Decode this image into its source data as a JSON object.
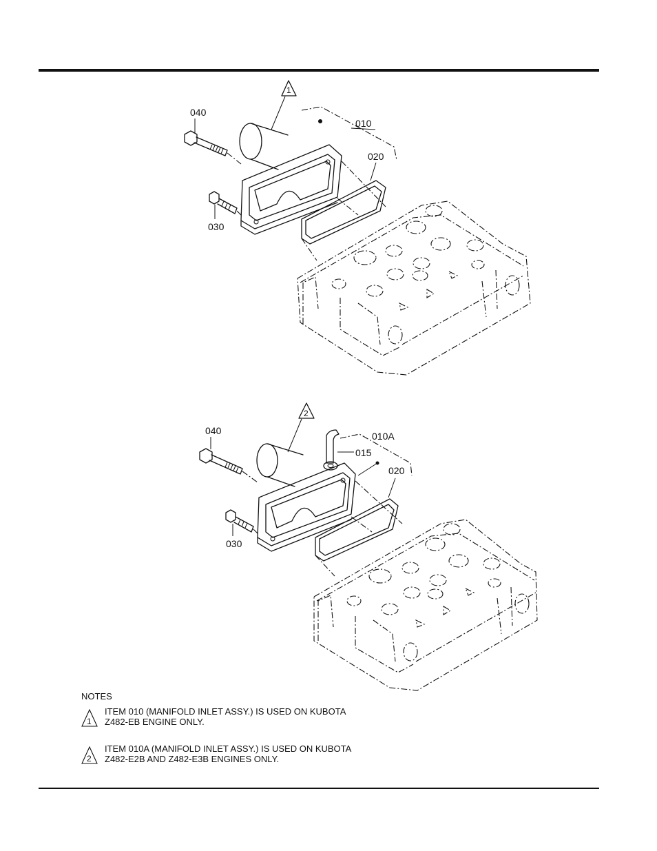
{
  "diagram_top": {
    "callout_marker": "1",
    "labels": {
      "bolt_long": "040",
      "assembly": "010",
      "gasket": "020",
      "bolt_short": "030"
    }
  },
  "diagram_bottom": {
    "callout_marker": "2",
    "labels": {
      "bolt_long": "040",
      "assembly": "010A",
      "fitting": "015",
      "gasket": "020",
      "bolt_short": "030"
    }
  },
  "notes": {
    "heading": "NOTES",
    "items": [
      {
        "marker": "1",
        "line1": "ITEM 010 (MANIFOLD INLET ASSY.) IS USED ON KUBOTA",
        "line2": "Z482-EB ENGINE ONLY."
      },
      {
        "marker": "2",
        "line1": "ITEM 010A (MANIFOLD INLET ASSY.) IS USED ON KUBOTA",
        "line2": "Z482-E2B AND Z482-E3B ENGINES ONLY."
      }
    ]
  }
}
